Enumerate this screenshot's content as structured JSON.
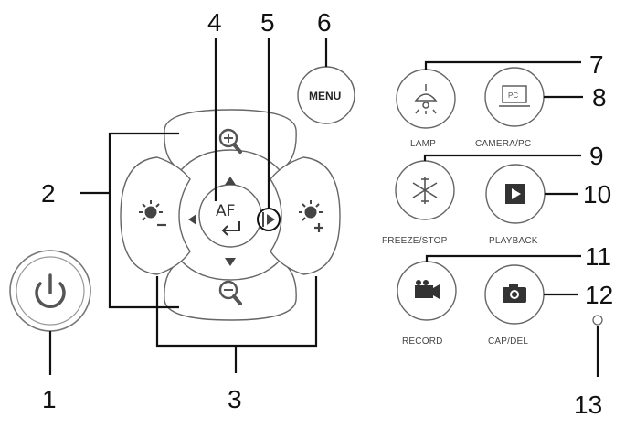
{
  "callouts": {
    "n1": "1",
    "n2": "2",
    "n3": "3",
    "n4": "4",
    "n5": "5",
    "n6": "6",
    "n7": "7",
    "n8": "8",
    "n9": "9",
    "n10": "10",
    "n11": "11",
    "n12": "12",
    "n13": "13"
  },
  "buttons": {
    "af": "AF",
    "menu": "MENU",
    "pc_screen": "PC"
  },
  "labels": {
    "lamp": "LAMP",
    "camera_pc": "CAMERA/PC",
    "freeze_stop": "FREEZE/STOP",
    "playback": "PLAYBACK",
    "record": "RECORD",
    "cap_del": "CAP/DEL"
  },
  "icons": {
    "power": "power-icon",
    "zoom_in": "zoom-in-icon",
    "zoom_out": "zoom-out-icon",
    "brightness_down": "brightness-down-icon",
    "brightness_up": "brightness-up-icon",
    "lamp": "lamp-icon",
    "camera_pc": "monitor-icon",
    "freeze": "snowflake-icon",
    "playback": "play-icon",
    "record": "video-camera-icon",
    "capture": "camera-icon"
  }
}
